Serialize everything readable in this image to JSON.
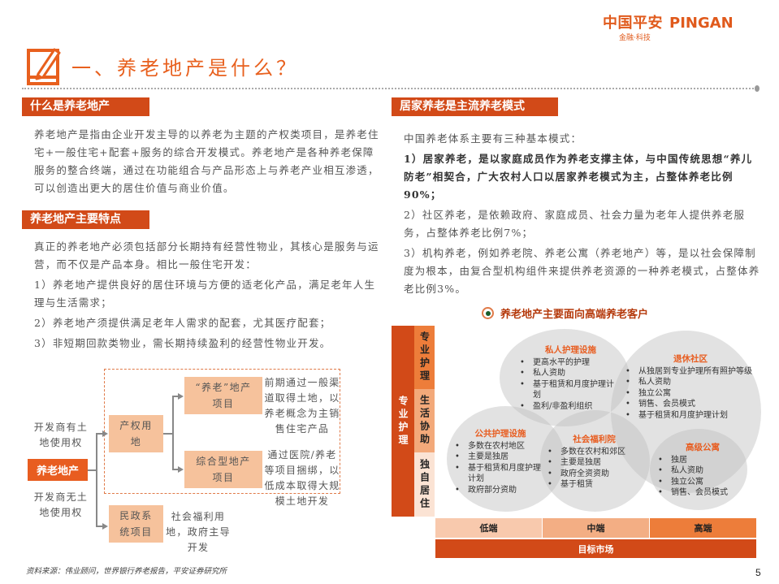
{
  "brand": {
    "logo_cn": "中国平安",
    "logo_en": "PINGAN",
    "tagline": "金融·科技",
    "accent_color": "#e05a1c"
  },
  "page": {
    "title": "一、养老地产是什么？",
    "title_icon": "edit-pencil-icon",
    "page_number": "5",
    "source": "资料来源：伟业顾问，世界银行养老报告，平安证券研究所"
  },
  "section_what": {
    "heading": "什么是养老地产",
    "body": "养老地产是指由企业开发主导的以养老为主题的产权类项目，是养老住宅+一般住宅+配套+服务的综合开发模式。养老地产是各种养老保障服务的整合终端，通过在功能组合与产品形态上与养老产业相互渗透，可以创造出更大的居住价值与商业价值。"
  },
  "section_features": {
    "heading": "养老地产主要特点",
    "intro": "真正的养老地产必须包括部分长期持有经营性物业，其核心是服务与运营，而不仅是产品本身。相比一般住宅开发：",
    "items": [
      "1）养老地产提供良好的居住环境与方便的适老化产品，满足老年人生理与生活需求；",
      "2）养老地产须提供满足老年人需求的配套，尤其医疗配套；",
      "3）非短期回款类物业，需长期持续盈利的经营性物业开发。"
    ]
  },
  "diagram": {
    "root": "养老地产",
    "label_with_land": "开发商有土地使用权",
    "label_without_land": "开发商无土地使用权",
    "property_land": "产权用地",
    "pension_project": "“养老”地产项目",
    "pension_note": "前期通过一般渠道取得土地，以养老概念为主销售住宅产品",
    "complex_project": "综合型地产项目",
    "complex_note": "通过医院/养老等项目捆绑，以低成本取得大规模土地开发",
    "civil_project": "民政系统项目",
    "civil_note": "社会福利用地，政府主导开发"
  },
  "section_mode": {
    "heading": "居家养老是主流养老模式",
    "intro": "中国养老体系主要有三种基本模式：",
    "item1": "1）居家养老，是以家庭成员作为养老支撑主体，与中国传统思想“养儿防老”相契合，广大农村人口以居家养老模式为主，占整体养老比例90%；",
    "item2": "2）社区养老，是依赖政府、家庭成员、社会力量为老年人提供养老服务，占整体养老比例7%；",
    "item3": "3）机构养老，例如养老院、养老公寓（养老地产）等，是以社会保障制度为根本，由复合型机构组件来提供养老资源的一种养老模式，占整体养老比例3%。"
  },
  "chart": {
    "title": "养老地产主要面向高端养老客户",
    "y_axis_outer": "专业护理",
    "y_axis_levels": [
      "专业护理",
      "生活协助",
      "独自居住"
    ],
    "x_axis_levels": [
      "低端",
      "中端",
      "高端"
    ],
    "x_axis_title": "目标市场",
    "bubbles": [
      {
        "title": "私人护理设施",
        "items": [
          "更高水平的护理",
          "私人资助",
          "基于租赁和月度护理计划",
          "盈利/非盈利组织"
        ]
      },
      {
        "title": "退休社区",
        "items": [
          "从独居到专业护理所有照护等级",
          "私人资助",
          "独立公寓",
          "销售、会员模式",
          "基于租赁和月度护理计划"
        ]
      },
      {
        "title": "公共护理设施",
        "items": [
          "多数在农村地区",
          "主要是独居",
          "基于租赁和月度护理计划",
          "政府部分资助"
        ]
      },
      {
        "title": "社会福利院",
        "items": [
          "多数在农村和郊区",
          "主要是独居",
          "政府全资资助",
          "基于租赁"
        ]
      },
      {
        "title": "高级公寓",
        "items": [
          "独居",
          "私人资助",
          "独立公寓",
          "销售、会员模式"
        ]
      }
    ],
    "colors": {
      "dark": "#d24a18",
      "mid": "#ed7d3a",
      "light": "#f3a97a",
      "pale": "#fbe3d4"
    }
  }
}
